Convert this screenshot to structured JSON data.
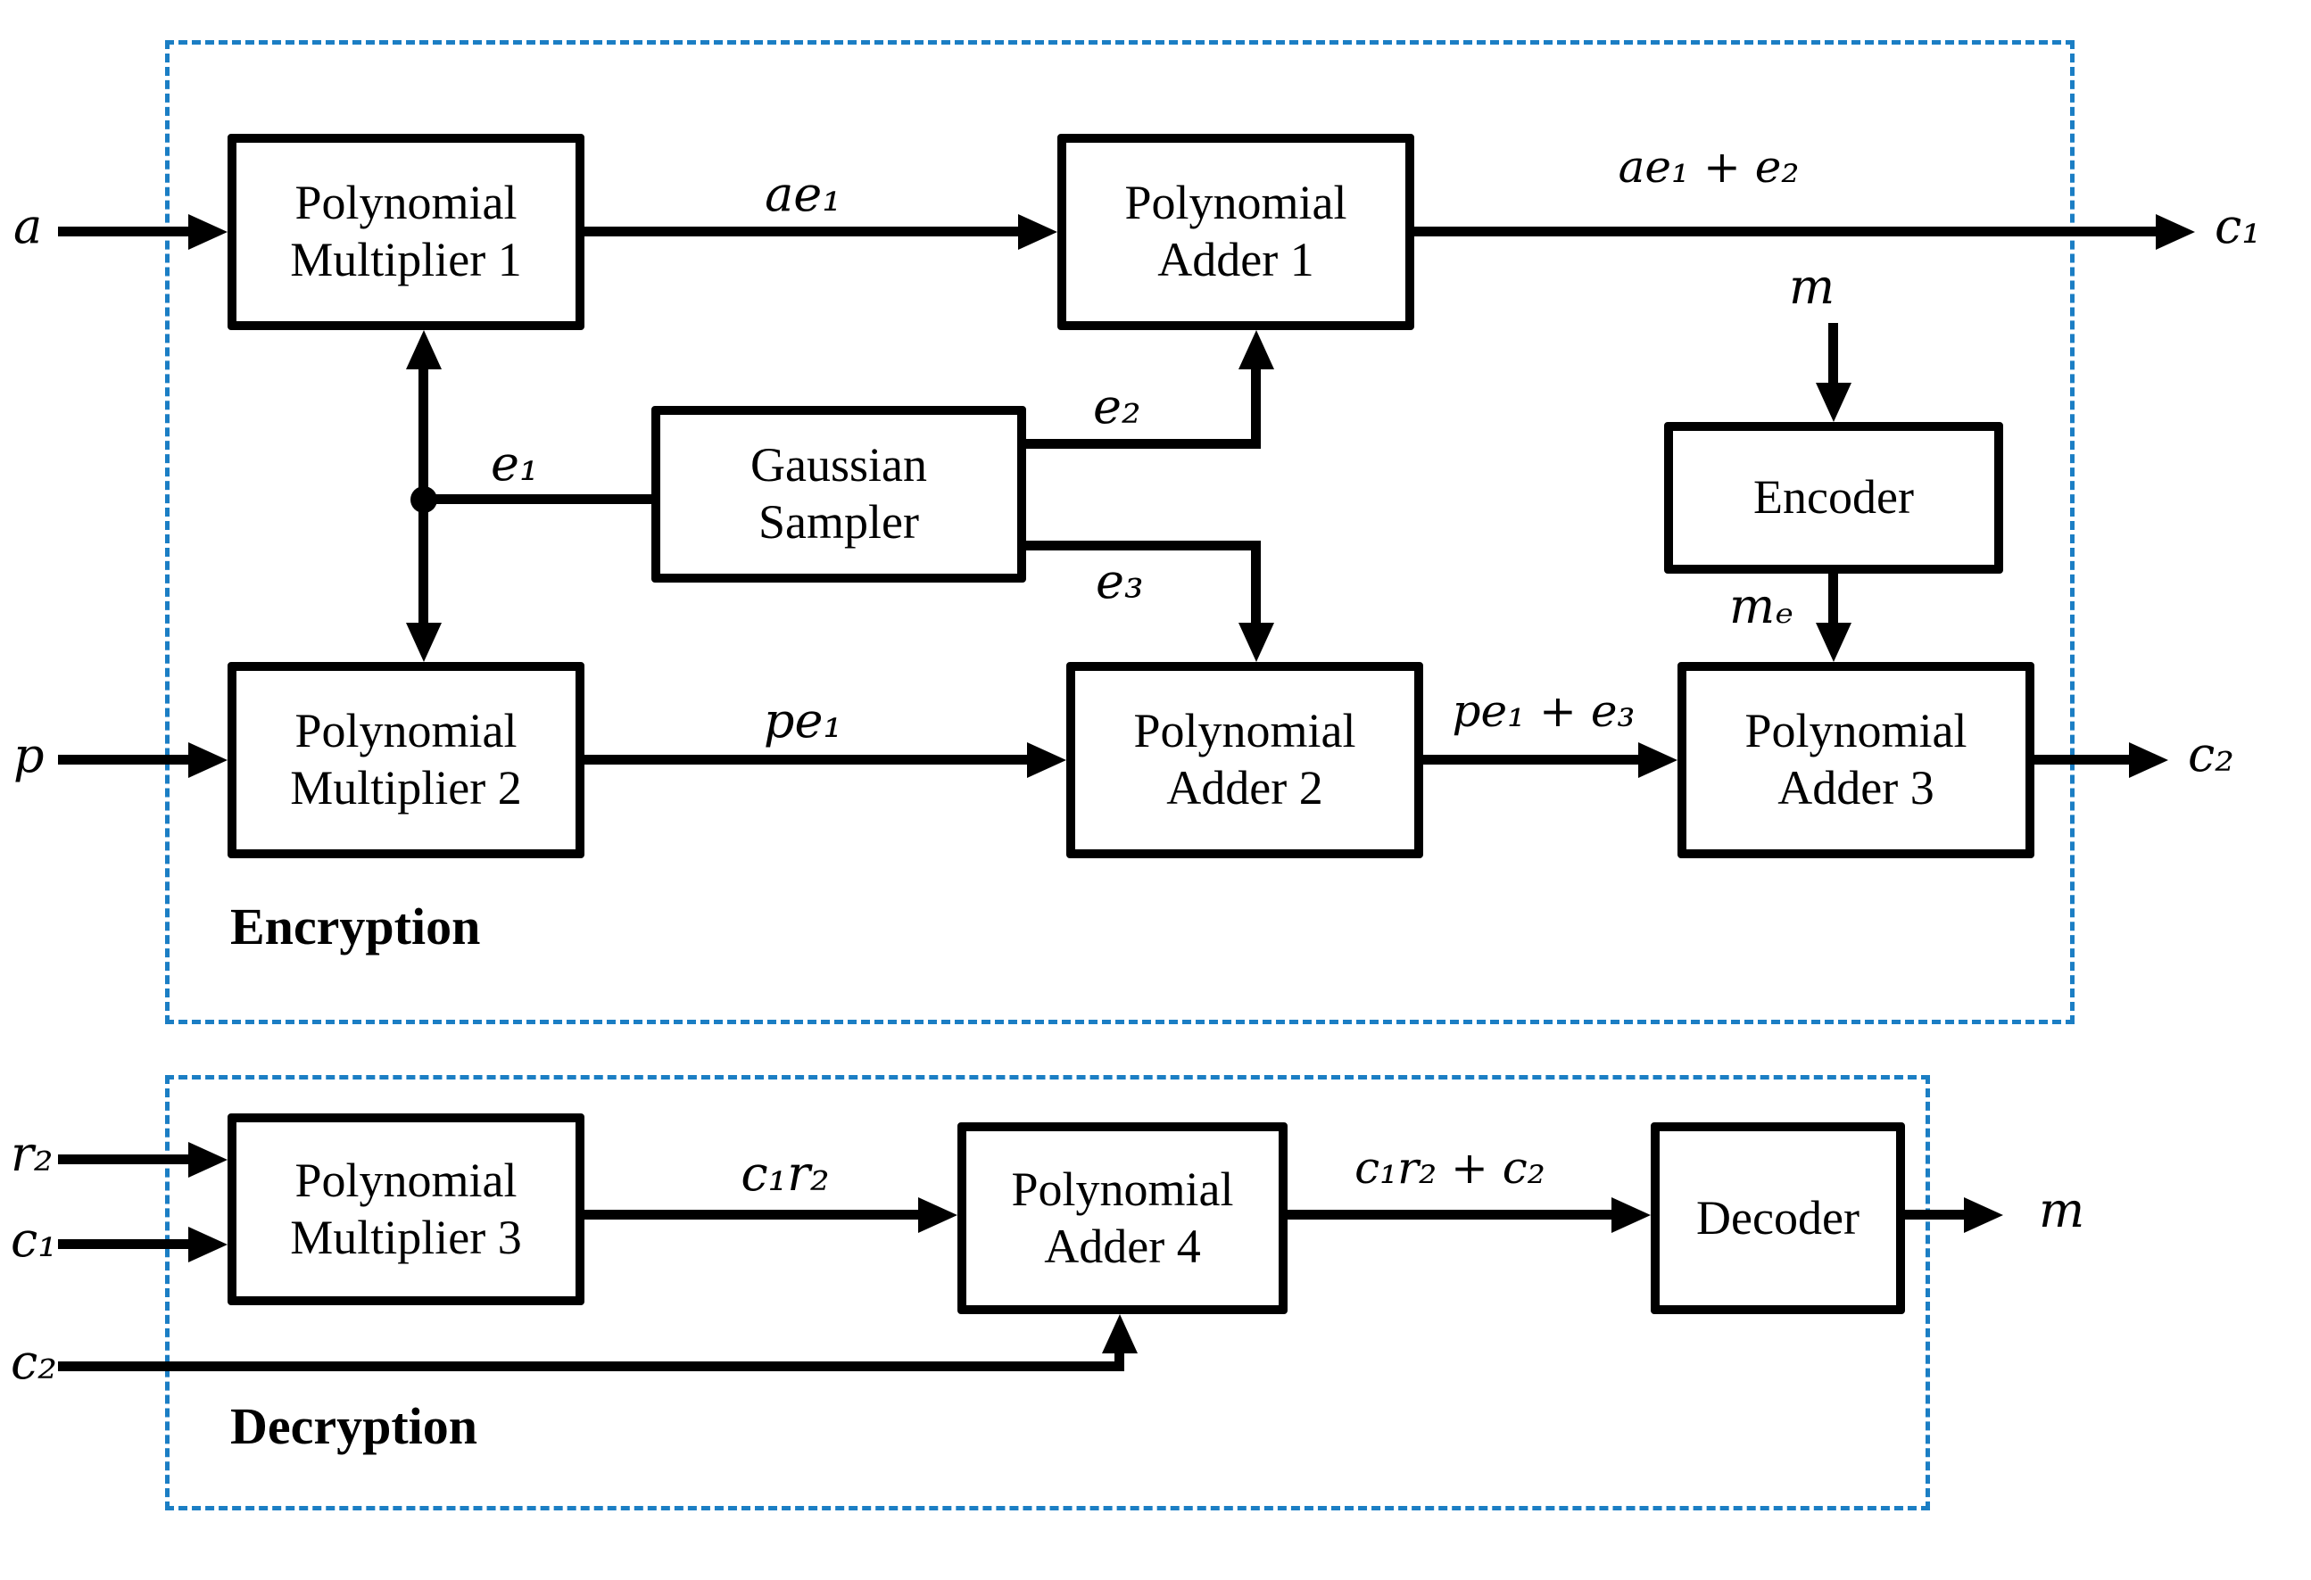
{
  "accent_color": "#1b7ec4",
  "encryption": {
    "label": "Encryption",
    "blocks": {
      "poly_mult_1": "Polynomial Multiplier 1",
      "poly_adder_1": "Polynomial Adder 1",
      "gaussian_sampler": "Gaussian Sampler",
      "poly_mult_2": "Polynomial Multiplier 2",
      "poly_adder_2": "Polynomial Adder 2",
      "encoder": "Encoder",
      "poly_adder_3": "Polynomial Adder 3"
    },
    "signals": {
      "input_a": "a",
      "input_p": "p",
      "input_m": "m",
      "ae1": "ae₁",
      "ae1_plus_e2": "ae₁ + e₂",
      "c1_out": "c₁",
      "e1": "e₁",
      "e2": "e₂",
      "e3": "e₃",
      "pe1": "pe₁",
      "pe1_plus_e3": "pe₁ + e₃",
      "me": "mₑ",
      "c2_out": "c₂"
    }
  },
  "decryption": {
    "label": "Decryption",
    "blocks": {
      "poly_mult_3": "Polynomial Multiplier 3",
      "poly_adder_4": "Polynomial Adder 4",
      "decoder": "Decoder"
    },
    "signals": {
      "input_r2": "r₂",
      "input_c1": "c₁",
      "input_c2": "c₂",
      "c1r2": "c₁r₂",
      "c1r2_plus_c2": "c₁r₂ + c₂",
      "m_out": "m"
    }
  }
}
